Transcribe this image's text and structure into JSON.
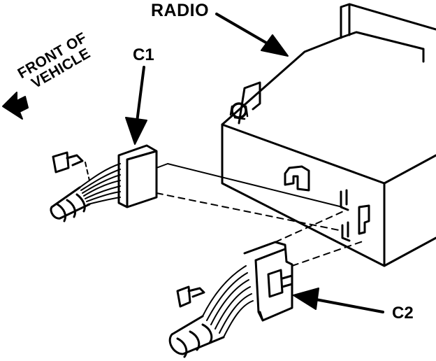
{
  "labels": {
    "radio": "RADIO",
    "c1": "C1",
    "c2": "C2",
    "front_line1": "FRONT OF",
    "front_line2": "VEHICLE"
  },
  "colors": {
    "ink": "#000000",
    "paper": "#ffffff"
  }
}
